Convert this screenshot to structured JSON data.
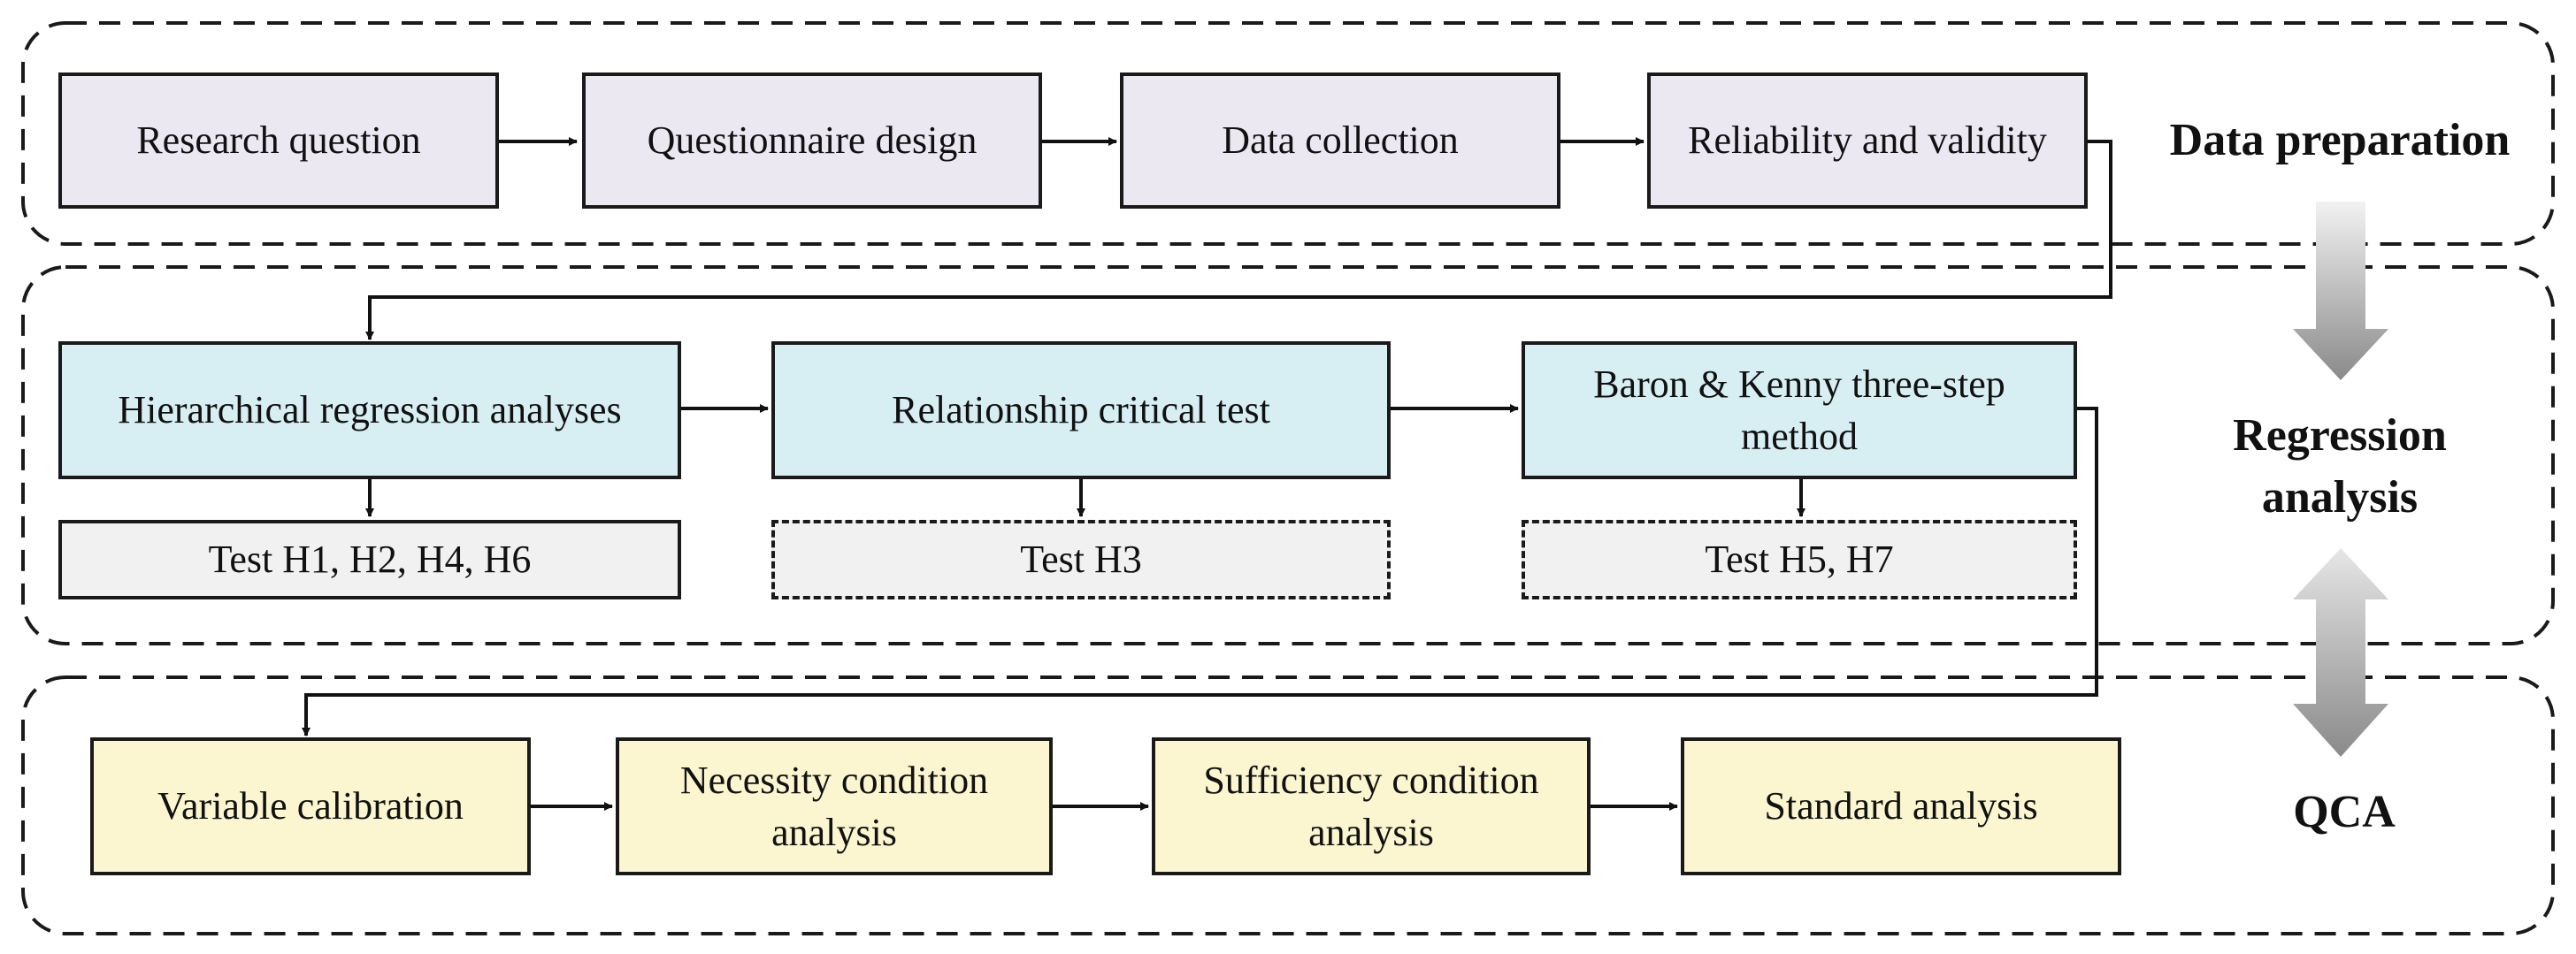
{
  "stages": {
    "data_preparation": "Data preparation",
    "regression_analysis": "Regression analysis",
    "qca": "QCA"
  },
  "prep": {
    "research_question": "Research question",
    "questionnaire_design": "Questionnaire design",
    "data_collection": "Data collection",
    "reliability_validity": "Reliability and validity"
  },
  "regression": {
    "hierarchical": "Hierarchical regression analyses",
    "relationship_test": "Relationship critical test",
    "baron_kenny": "Baron & Kenny three-step method",
    "test_h1": "Test H1, H2, H4, H6",
    "test_h3": "Test H3",
    "test_h5": "Test H5, H7"
  },
  "qca": {
    "variable_calibration": "Variable calibration",
    "necessity": "Necessity condition analysis",
    "sufficiency": "Sufficiency condition analysis",
    "standard": "Standard analysis"
  },
  "colors": {
    "prep_fill": "#ece8f2",
    "regression_fill": "#d7eef3",
    "qca_fill": "#fbf6cf",
    "test_fill": "#f1f1f1",
    "arrow_gray": "#9a9a9a"
  }
}
